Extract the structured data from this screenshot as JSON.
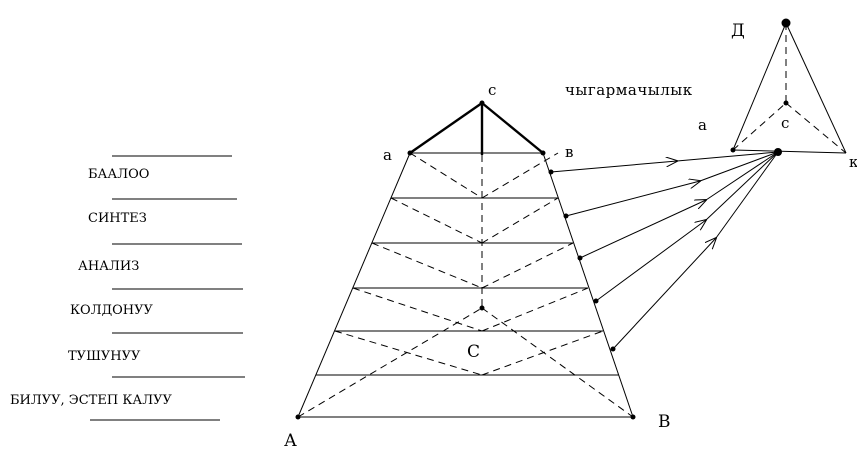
{
  "levels": [
    {
      "label": "БААЛОО"
    },
    {
      "label": "СИНТЕЗ"
    },
    {
      "label": "АНАЛИЗ"
    },
    {
      "label": "КОЛДОНУУ"
    },
    {
      "label": "ТУШУНУУ"
    },
    {
      "label": "БИЛУУ, ЭСТЕП КАЛУУ"
    }
  ],
  "pyramid": {
    "apex_label": "с",
    "top_left_label": "а",
    "top_right_label": "в",
    "inner_label": "С",
    "base_left_label": "А",
    "base_right_label": "В"
  },
  "small_pyramid": {
    "apex_label": "Д",
    "left_label": "а",
    "inner_label": "с",
    "right_label": "к"
  },
  "creativity_label": "чыгармачылык"
}
